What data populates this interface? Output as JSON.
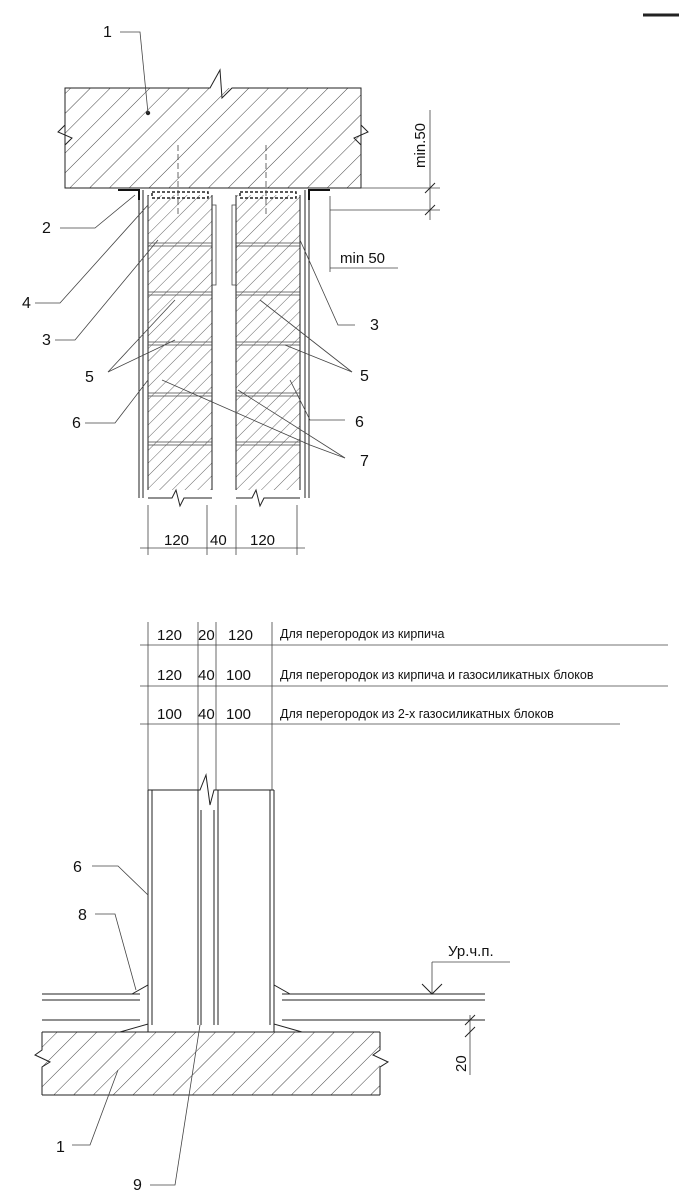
{
  "labels": {
    "l1": "1",
    "l2": "2",
    "l3": "3",
    "l4": "4",
    "l5": "5",
    "l6": "6",
    "l7": "7",
    "l8": "8",
    "l9": "9"
  },
  "top_section": {
    "dim_min50_vertical": "min.50",
    "dim_min50_horizontal": "min 50",
    "dims_bottom": [
      "120",
      "40",
      "120"
    ]
  },
  "bottom_section": {
    "table_rows": [
      {
        "a": "120",
        "b": "20",
        "c": "120",
        "note": "Для перегородок из кирпича"
      },
      {
        "a": "120",
        "b": "40",
        "c": "100",
        "note": "Для перегородок из кирпича и газосиликатных блоков"
      },
      {
        "a": "100",
        "b": "40",
        "c": "100",
        "note": "Для перегородок из 2-х газосиликатных блоков"
      }
    ],
    "level_mark": "Ур.ч.п.",
    "dim_20": "20"
  }
}
